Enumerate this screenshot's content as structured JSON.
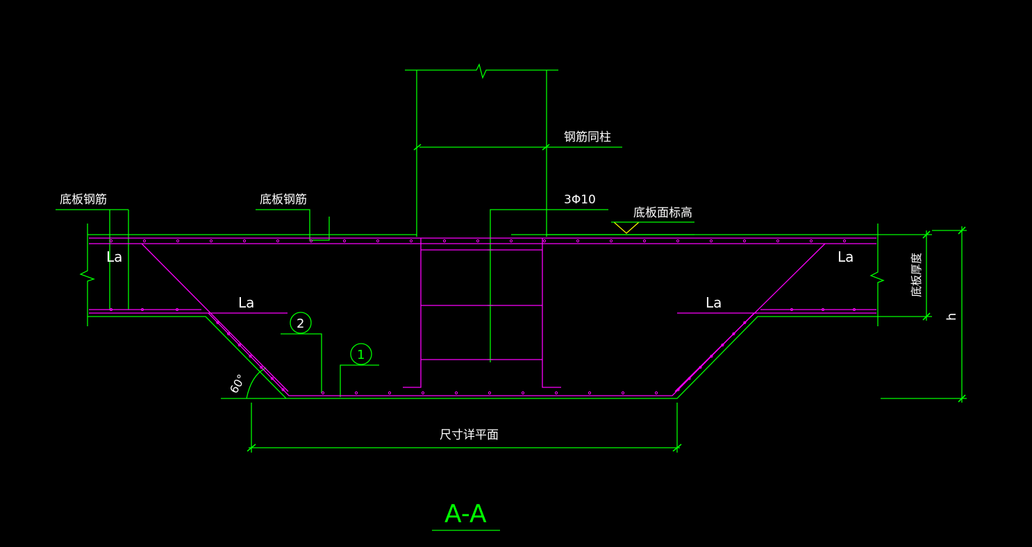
{
  "colors": {
    "background": "#000000",
    "structure": "#00ff00",
    "rebar": "#ff00ff",
    "text": "#ffffff",
    "elevation_mark": "#ffff00",
    "section_title": "#00ff00"
  },
  "labels": {
    "bottom_rebar_left": "底板钢筋",
    "bottom_rebar_mid": "底板钢筋",
    "rebar_same_as_column": "钢筋同柱",
    "stirrup_spec": "3Φ10",
    "slab_top_elevation": "底板面标高",
    "la_top_left": "La",
    "la_mid_left": "La",
    "la_top_right": "La",
    "la_mid_right": "La",
    "angle": "60°",
    "bar_mark_2": "2",
    "bar_mark_1": "1",
    "slab_thickness": "底板厚度",
    "height": "h",
    "dimension_note": "尺寸详平面",
    "section_title": "A-A"
  }
}
